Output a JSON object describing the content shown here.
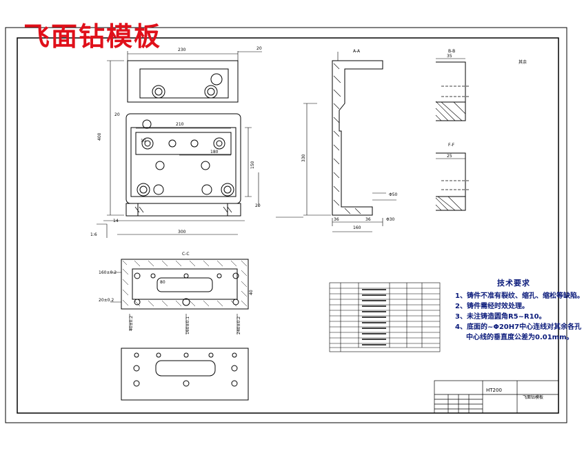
{
  "drawing": {
    "title": "飞面钻模板",
    "section_labels": {
      "ab": "A-A",
      "bb": "B-B",
      "fp": "F-F",
      "cc": "C-C"
    },
    "roughness_note": "其余",
    "dimensions": {
      "top_width": "230",
      "top_right": "20",
      "height_left": "400",
      "inner_210": "210",
      "inner_180": "180",
      "inner_10": "10",
      "inner_150": "150",
      "h_330": "330",
      "w_160": "160",
      "w_36": "36",
      "w_35": "35",
      "w_25": "25",
      "bottom_36": "36",
      "bottom_20": "20",
      "lower_300": "300",
      "left_20": "20",
      "left_14": "14",
      "lower_80": "80",
      "lower_40": "40",
      "plan_160": "160±0.2",
      "plan_20": "20±0.2",
      "plan_v1": "40±0.2",
      "plan_v2": "160±0.1",
      "plan_v3": "240±0.2",
      "tol_a": "Φ50",
      "tol_b": "Φ30",
      "scale_box": "1:6"
    },
    "tech_requirements": {
      "heading": "技术要求",
      "items": [
        "1、铸件不准有裂纹、缩孔、缩松等缺陷。",
        "2、铸件需经时效处理。",
        "3、未注铸造圆角R5~R10。",
        "4、底面的~Φ20H7中心连线对其余各孔"
      ],
      "item4_cont": "中心线的垂直度公差为0.01mm。"
    },
    "title_block": {
      "name": "HT200",
      "part": "飞面钻模板"
    }
  }
}
